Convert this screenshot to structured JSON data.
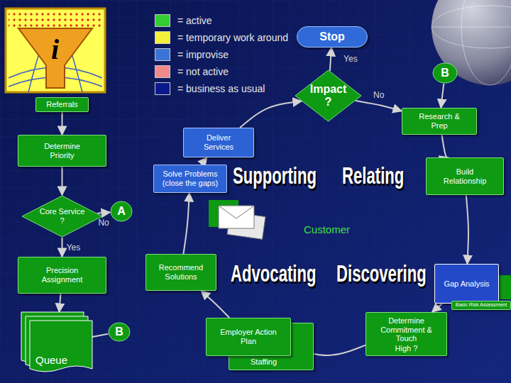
{
  "diagram": {
    "nodes": [
      {
        "text": [
          "Stop"
        ]
      },
      {
        "text": [
          "Impact ?"
        ]
      },
      {
        "text": [
          "B"
        ]
      },
      {
        "text": [
          "Research & Prep"
        ]
      },
      {
        "text": [
          "Build Relationship"
        ]
      },
      {
        "text": [
          "Gap Analysis"
        ]
      },
      {
        "text": [
          "Basic Risk Assessment"
        ]
      },
      {
        "text": [
          "Determine Commitment & Touch",
          "High ?"
        ]
      },
      {
        "text": [
          "Employer Action Plan"
        ]
      },
      {
        "text": [
          "Staffing"
        ]
      },
      {
        "text": [
          "Recommend Solutions"
        ]
      },
      {
        "text": [
          "Solve Problems (close the gaps)"
        ]
      },
      {
        "text": [
          "Deliver Services"
        ]
      },
      {
        "text": [
          "Referrals"
        ]
      },
      {
        "text": [
          "Determine Priority"
        ]
      },
      {
        "text": [
          "Core Service ?"
        ]
      },
      {
        "text": [
          "A"
        ]
      },
      {
        "text": [
          "Precision Assignment"
        ]
      },
      {
        "text": [
          "Queue"
        ]
      },
      {
        "text": [
          "B"
        ]
      }
    ],
    "edges": [
      {
        "from": 13,
        "to": 14,
        "arrow": "to"
      },
      {
        "from": 14,
        "to": 15,
        "arrow": "to"
      },
      {
        "from": 15,
        "to": 16,
        "label": "No",
        "arrow": "to"
      },
      {
        "from": 15,
        "to": 17,
        "label": "Yes",
        "arrow": "to"
      },
      {
        "from": 17,
        "to": 18,
        "arrow": "to"
      },
      {
        "from": 18,
        "to": 19,
        "arrow": "none"
      },
      {
        "from": 1,
        "to": 0,
        "label": "Yes",
        "arrow": "to"
      },
      {
        "from": 1,
        "to": 3,
        "label": "No",
        "arrow": "to"
      },
      {
        "from": 2,
        "to": 3,
        "arrow": "to"
      },
      {
        "from": 3,
        "to": 4,
        "arrow": "to"
      },
      {
        "from": 4,
        "to": 5,
        "arrow": "to"
      },
      {
        "from": 5,
        "to": 7,
        "arrow": "to"
      },
      {
        "from": 7,
        "to": 8,
        "arrow": "to"
      },
      {
        "from": 8,
        "to": 10,
        "arrow": "to"
      },
      {
        "from": 10,
        "to": 11,
        "arrow": "to"
      },
      {
        "from": 11,
        "to": 12,
        "arrow": "to"
      },
      {
        "from": 12,
        "to": 1,
        "arrow": "to"
      }
    ],
    "labels": [
      "i",
      "Supporting",
      "Relating",
      "Advocating",
      "Discovering",
      "Customer"
    ],
    "legend": [
      {
        "text": "= active",
        "color": "#33cc33"
      },
      {
        "text": "= temporary work around",
        "color": "#f5f03c"
      },
      {
        "text": "= improvise",
        "color": "#3b74d6"
      },
      {
        "text": "= not active",
        "color": "#f08a8a"
      },
      {
        "text": "= business as usual",
        "color": "#0a1a8c"
      }
    ]
  }
}
